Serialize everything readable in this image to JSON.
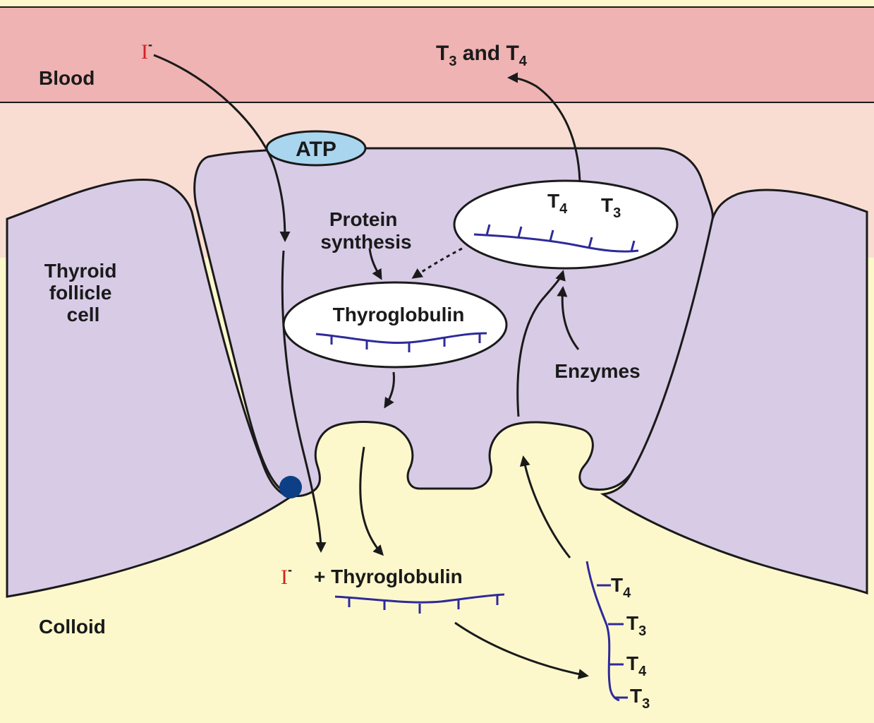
{
  "labels": {
    "blood": "Blood",
    "colloid": "Colloid",
    "thyroid_follicle_cell": [
      "Thyroid",
      "follicle",
      "cell"
    ],
    "atp": "ATP",
    "protein_synthesis": [
      "Protein",
      "synthesis"
    ],
    "thyroglobulin_vesicle": "Thyroglobulin",
    "enzymes": "Enzymes",
    "colloid_thyroglobulin": "+ Thyroglobulin",
    "t3_and_t4": {
      "t": "T",
      "sub3": "3",
      "and": " and T",
      "sub4": "4"
    },
    "iodide": {
      "symbol": "I",
      "charge": "-"
    },
    "vesicle_hormones": [
      {
        "t": "T",
        "sub": "4"
      },
      {
        "t": "T",
        "sub": "3"
      }
    ],
    "colloid_hormones": [
      {
        "t": "T",
        "sub": "4"
      },
      {
        "t": "T",
        "sub": "3"
      },
      {
        "t": "T",
        "sub": "4"
      },
      {
        "t": "T",
        "sub": "3"
      }
    ]
  },
  "colors": {
    "blood": "#eeb3b2",
    "interstitial": "#f9ddd3",
    "cell": "#d7cbe6",
    "colloid": "#fdf8cc",
    "vesicle": "#ffffff",
    "pump": "#0c3f86",
    "atp_fill": "#a9d6ee",
    "chain": "#2e2a9a",
    "iodide": "#d32222"
  }
}
